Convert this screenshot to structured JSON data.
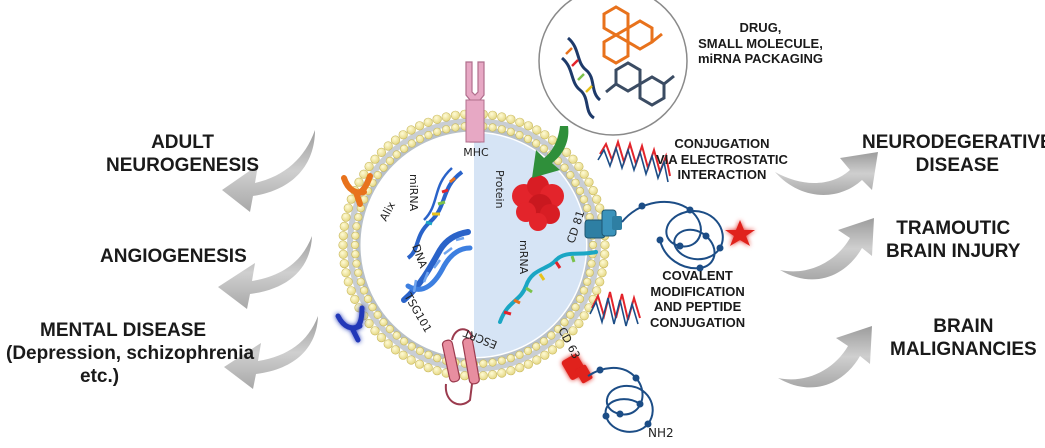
{
  "left_outcomes": [
    {
      "lines": [
        "ADULT",
        "NEUROGENESIS"
      ]
    },
    {
      "lines": [
        "ANGIOGENESIS"
      ]
    },
    {
      "lines": [
        "MENTAL DISEASE",
        "(Depression, schizophrenia",
        "etc.)"
      ]
    }
  ],
  "right_outcomes": [
    {
      "lines": [
        "NEURODEGERATIVE",
        "DISEASE"
      ]
    },
    {
      "lines": [
        "TRAMOUTIC",
        "BRAIN INJURY"
      ]
    },
    {
      "lines": [
        "BRAIN",
        "MALIGNANCIES"
      ]
    }
  ],
  "loading_methods": {
    "packaging": [
      "DRUG,",
      "SMALL MOLECULE,",
      "miRNA PACKAGING"
    ],
    "conjugation": [
      "CONJUGATION",
      "VIA ELECTROSTATIC",
      "INTERACTION"
    ],
    "covalent": [
      "COVALENT",
      "MODIFICATION",
      "AND PEPTIDE",
      "CONJUGATION"
    ]
  },
  "vesicle_labels": {
    "mhc": "MHC",
    "mirna": "miRNA",
    "protein": "Protein",
    "alix": "Alix",
    "dna": "DNA",
    "mrna": "mRNA",
    "cd81": "CD 81",
    "tsg101": "TSG101",
    "escrt": "ESCRT",
    "cd63": "CD 63",
    "nh2": "NH2"
  },
  "colors": {
    "arrow_gray": "#b5b5b5",
    "membrane_bead": "#f4eba6",
    "lumen_blue": "#d6e4f5",
    "dna_blue": "#2a63c9",
    "protein_red": "#e3242b",
    "drug_orange": "#e8721c",
    "drug_navy": "#3b4c63",
    "green_arrow": "#2f8f3a",
    "receptor_pink": "#e7a8c4",
    "cd81_teal": "#2e7fa3",
    "cd63_red": "#e0201b",
    "chain_navy": "#1c4d86"
  }
}
